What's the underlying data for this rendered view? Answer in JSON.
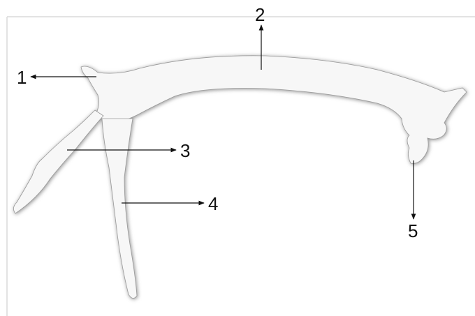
{
  "labels": [
    "1",
    "2",
    "3",
    "4",
    "5"
  ],
  "colors": {
    "structure_fill": "#f6f6f6",
    "structure_shadow": "#8f8f8f",
    "arrow": "#111111",
    "frame": "#d9d9d9"
  }
}
